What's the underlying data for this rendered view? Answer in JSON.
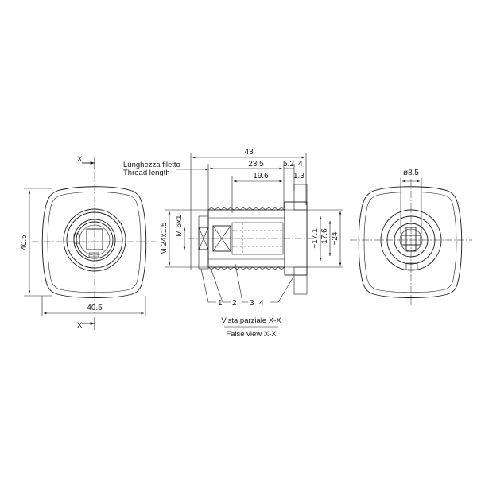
{
  "front_view": {
    "section_marker": "X",
    "height_dim": "40.5",
    "width_dim": "40.5"
  },
  "section_view": {
    "thread_label_it": "Lunghezza filetto",
    "thread_label_en": "Thread length",
    "dim_total": "43",
    "dim_thread": "23.5",
    "dim_inner": "19.6",
    "dim_collar_a": "5.2",
    "dim_collar_b": "4",
    "dim_small": "1.3",
    "dim_outer_thread": "M 24x1.5",
    "dim_inner_thread": "M 6x1",
    "dim_diam_17": "~17.1",
    "dim_diam_17b": "~17.6",
    "dim_diam_24": "~24",
    "part_1": "1",
    "part_2": "2",
    "part_3": "3",
    "part_4": "4",
    "caption_it": "Vista parziale X-X",
    "caption_en": "False view X-X"
  },
  "rear_view": {
    "dim_hole": "ø8.5"
  },
  "colors": {
    "line": "#1a1a1a",
    "background": "#ffffff"
  }
}
